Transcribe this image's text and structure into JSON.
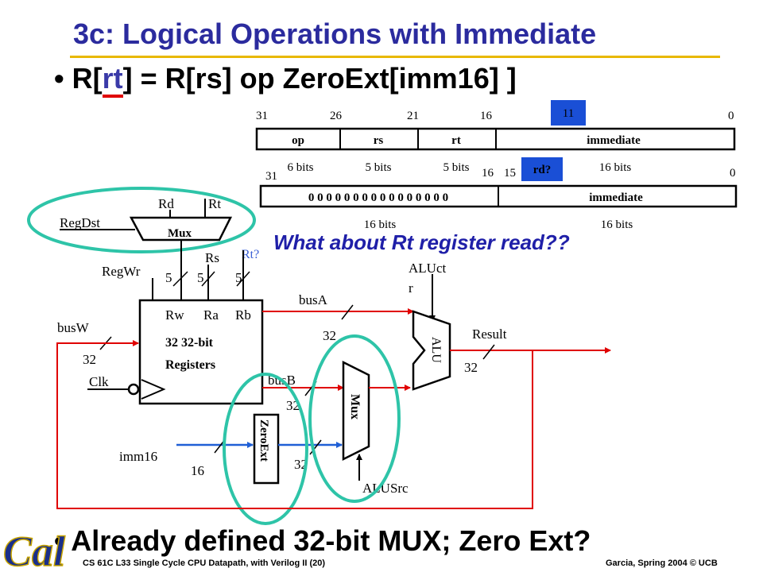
{
  "title": "3c: Logical Operations with Immediate",
  "equation": {
    "bullet": "•",
    "prefix": "R[",
    "rt": "rt",
    "suffix": "] = R[rs] op ZeroExt[imm16] ]"
  },
  "instruction_format": {
    "bit_positions": [
      "31",
      "26",
      "21",
      "16",
      "0"
    ],
    "highlight_value": "11",
    "fields": [
      "op",
      "rs",
      "rt",
      "immediate"
    ],
    "field_widths": [
      "6 bits",
      "5 bits",
      "5 bits",
      "16 bits"
    ]
  },
  "zero_extend_format": {
    "bit_positions": [
      "31",
      "16",
      "15",
      "0"
    ],
    "highlight_label": "rd?",
    "zeros": "0 0 0 0 0 0 0 0 0 0 0 0 0 0 0 0",
    "immediate": "immediate",
    "widths": [
      "16 bits",
      "16 bits"
    ]
  },
  "question": "What about Rt register read??",
  "datapath": {
    "regdst_mux": {
      "in_left": "Rd",
      "in_right": "Rt",
      "label": "Mux",
      "control": "RegDst"
    },
    "regwr": "RegWr",
    "rs": "Rs",
    "rt_question": "Rt?",
    "widths_5": [
      "5",
      "5",
      "5"
    ],
    "register_file": {
      "ports": [
        "Rw",
        "Ra",
        "Rb"
      ],
      "line1": "32 32-bit",
      "line2": "Registers"
    },
    "busW": "busW",
    "busW_width": "32",
    "clk": "Clk",
    "busA": "busA",
    "busA_width": "32",
    "busB": "busB",
    "busB_width": "32",
    "aluctr_1": "ALUct",
    "aluctr_2": "r",
    "alu": "ALU",
    "result": "Result",
    "result_width": "32",
    "mux": "Mux",
    "zeroext": "ZeroExt",
    "imm16": "imm16",
    "imm16_width": "16",
    "zeroext_width": "32",
    "alusrc": "ALUSrc"
  },
  "bottom_bullet": "Already defined 32-bit MUX; Zero Ext?",
  "footer_left": "CS 61C L33 Single Cycle CPU Datapath, with Verilog II (20)",
  "footer_right": "Garcia, Spring 2004 © UCB",
  "logo_text": "Cal",
  "colors": {
    "title": "#2b2b9e",
    "rule": "#e8b800",
    "wire_red": "#e00000",
    "wire_blue": "#1f5fd6",
    "highlight_blue": "#1a4fd6",
    "ellipse": "#2ec4a8",
    "note": "#1f1fa8",
    "logo": "#1a2f8a"
  }
}
